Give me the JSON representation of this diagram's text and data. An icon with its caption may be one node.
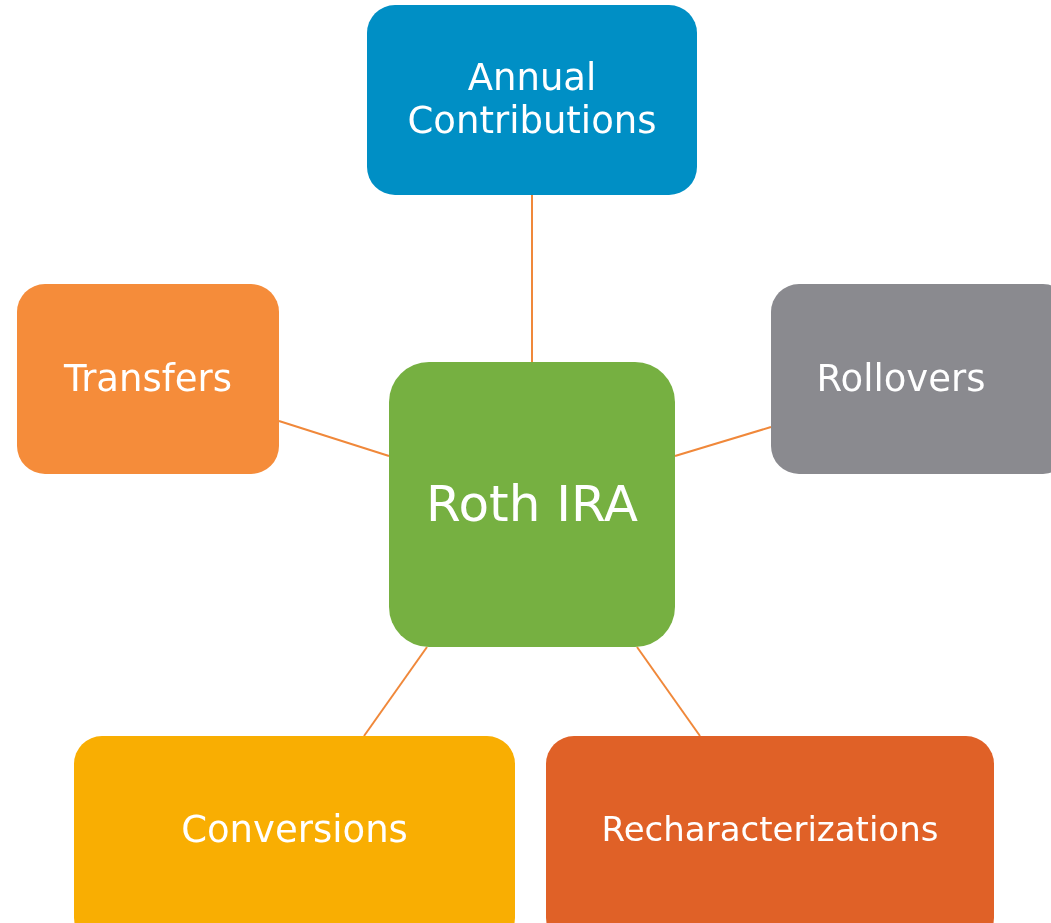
{
  "diagram": {
    "nodes": [
      {
        "text": [
          "Annual Contributions"
        ]
      },
      {
        "text": [
          "Transfers"
        ]
      },
      {
        "text": [
          "Roth IRA"
        ]
      },
      {
        "text": [
          "Rollovers"
        ]
      },
      {
        "text": [
          "Conversions"
        ]
      },
      {
        "text": [
          "Recharacterizations"
        ]
      }
    ],
    "edges": [
      {
        "from": 2,
        "to": 0,
        "arrow": "none"
      },
      {
        "from": 2,
        "to": 1,
        "arrow": "none"
      },
      {
        "from": 2,
        "to": 3,
        "arrow": "none"
      },
      {
        "from": 2,
        "to": 4,
        "arrow": "none"
      },
      {
        "from": 2,
        "to": 5,
        "arrow": "none"
      }
    ]
  }
}
